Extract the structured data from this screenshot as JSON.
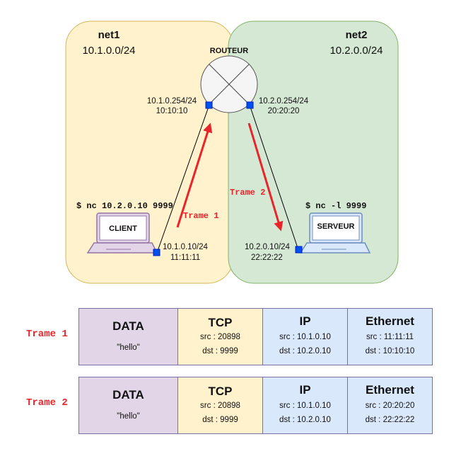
{
  "networks": {
    "net1": {
      "name": "net1",
      "cidr": "10.1.0.0/24",
      "fill": "#fff2cc",
      "stroke": "#d6b656"
    },
    "net2": {
      "name": "net2",
      "cidr": "10.2.0.0/24",
      "fill": "#d5e8d4",
      "stroke": "#82b366"
    }
  },
  "router": {
    "label": "ROUTEUR",
    "left_iface": {
      "ip": "10.1.0.254/24",
      "mac": "10:10:10"
    },
    "right_iface": {
      "ip": "10.2.0.254/24",
      "mac": "20:20:20"
    }
  },
  "client": {
    "label": "CLIENT",
    "command": "$ nc 10.2.0.10 9999",
    "ip": "10.1.0.10/24",
    "mac": "11:11:11",
    "color": "#9673a6"
  },
  "server": {
    "label": "SERVEUR",
    "command": "$ nc -l 9999",
    "ip": "10.2.0.10/24",
    "mac": "22:22:22",
    "color": "#6c8ebf"
  },
  "arrows": {
    "trame1": "Trame 1",
    "trame2": "Trame 2",
    "color": "#e8252a"
  },
  "frames": [
    {
      "label": "Trame 1",
      "data": {
        "title": "DATA",
        "value": "\"hello\""
      },
      "tcp": {
        "title": "TCP",
        "src": "src : 20898",
        "dst": "dst : 9999"
      },
      "ip": {
        "title": "IP",
        "src": "src : 10.1.0.10",
        "dst": "dst : 10.2.0.10"
      },
      "ethernet": {
        "title": "Ethernet",
        "src": "src : 11:11:11",
        "dst": "dst : 10:10:10"
      }
    },
    {
      "label": "Trame 2",
      "data": {
        "title": "DATA",
        "value": "\"hello\""
      },
      "tcp": {
        "title": "TCP",
        "src": "src : 20898",
        "dst": "dst : 9999"
      },
      "ip": {
        "title": "IP",
        "src": "src : 10.1.0.10",
        "dst": "dst : 10.2.0.10"
      },
      "ethernet": {
        "title": "Ethernet",
        "src": "src : 20:20:20",
        "dst": "dst : 22:22:22"
      }
    }
  ],
  "colors": {
    "data": "#e1d5e7",
    "tcp": "#fff2cc",
    "ip": "#dae8fc",
    "ethernet": "#dae8fc",
    "iface": "#0050ef"
  }
}
